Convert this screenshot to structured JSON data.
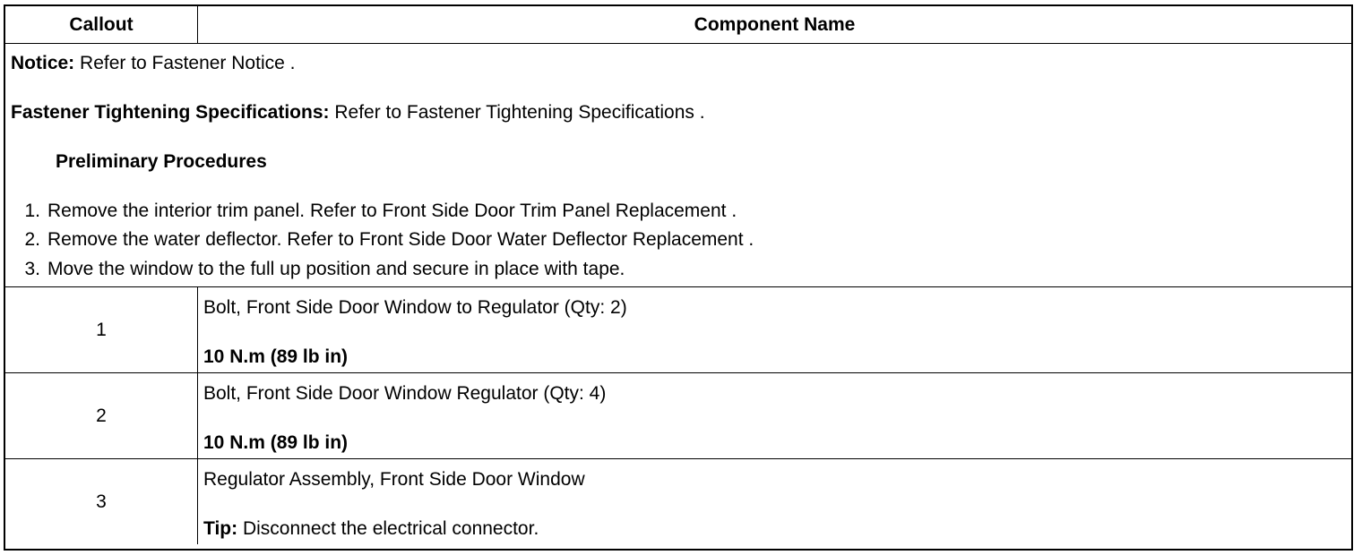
{
  "header": {
    "callout": "Callout",
    "component_name": "Component Name"
  },
  "notes": {
    "notice_label": "Notice:",
    "notice_text": " Refer to Fastener Notice .",
    "fastener_label": "Fastener Tightening Specifications:",
    "fastener_text": " Refer to Fastener Tightening Specifications .",
    "prelim_title": "Preliminary Procedures",
    "steps": [
      {
        "num": "1.",
        "text": "Remove the interior trim panel. Refer to Front Side Door Trim Panel Replacement ."
      },
      {
        "num": "2.",
        "text": "Remove the water deflector. Refer to Front Side Door Water Deflector Replacement ."
      },
      {
        "num": "3.",
        "text": "Move the window to the full up position and secure in place with tape."
      }
    ]
  },
  "rows": [
    {
      "callout": "1",
      "name": "Bolt, Front Side Door Window to Regulator (Qty: 2)",
      "spec": "10 N.m (89 lb in)"
    },
    {
      "callout": "2",
      "name": "Bolt, Front Side Door Window Regulator (Qty: 4)",
      "spec": "10 N.m (89 lb in)"
    },
    {
      "callout": "3",
      "name": "Regulator Assembly, Front Side Door Window",
      "tip_label": "Tip:",
      "tip_text": " Disconnect the electrical connector."
    }
  ]
}
